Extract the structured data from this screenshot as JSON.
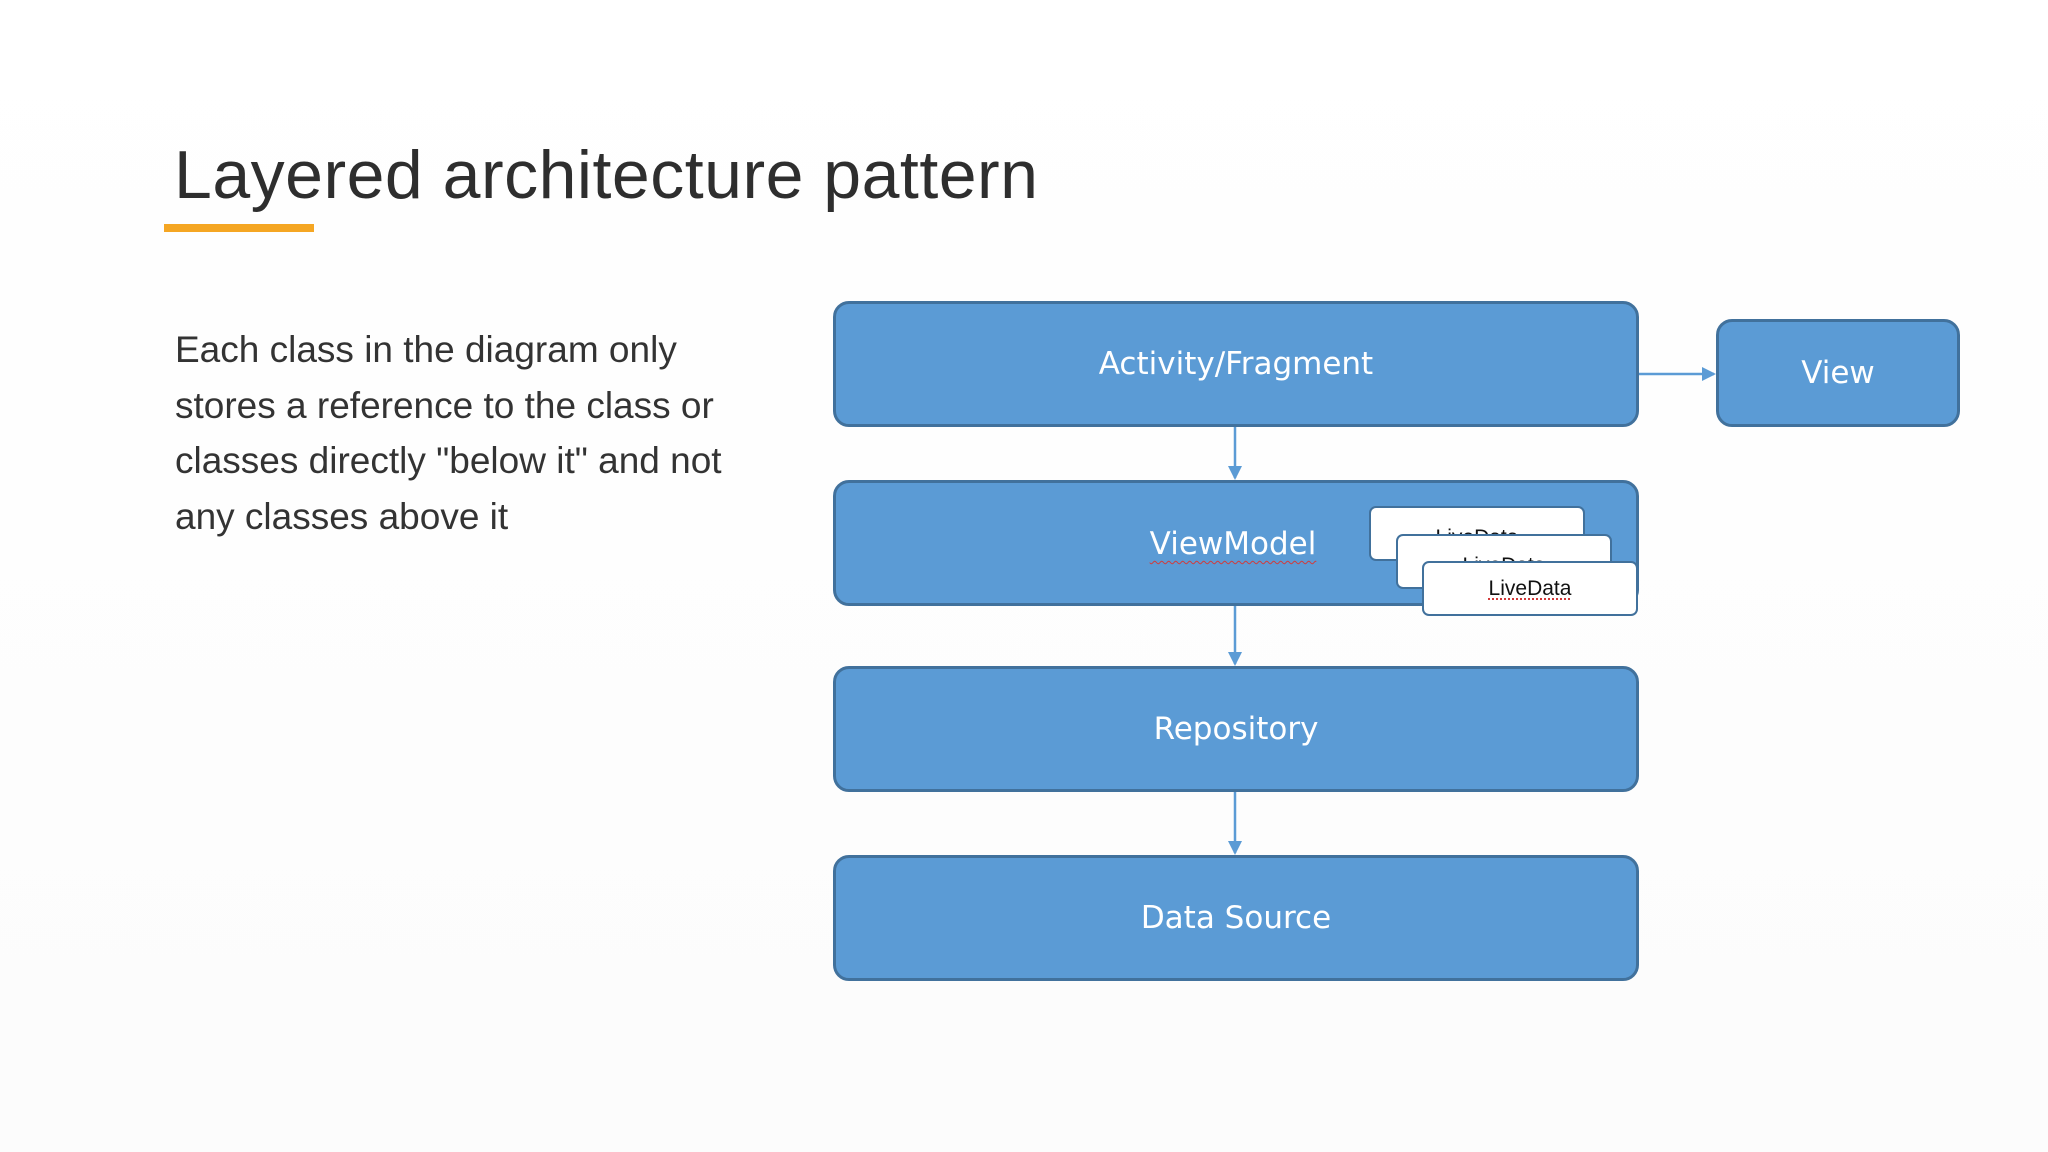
{
  "slide": {
    "title": "Layered architecture pattern",
    "body": "Each class in the diagram only stores a reference to the class or classes directly \"below it\" and not any classes above it",
    "accent_color": "#f5a623"
  },
  "diagram": {
    "box_color": "#5b9bd5",
    "border_color": "#41719c",
    "nodes": {
      "activity": "Activity/Fragment",
      "view": "View",
      "viewmodel": "ViewModel",
      "repository": "Repository",
      "datasource": "Data Source"
    },
    "livedata": [
      "LiveData",
      "LiveData",
      "LiveData"
    ]
  }
}
